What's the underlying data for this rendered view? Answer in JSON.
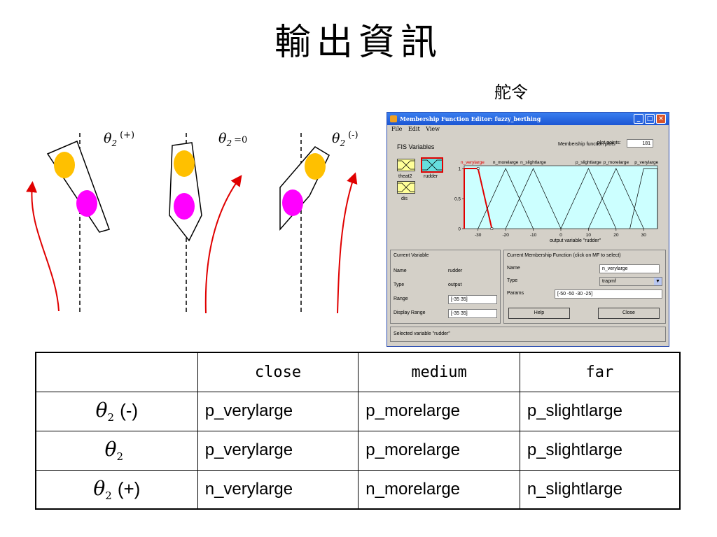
{
  "slide": {
    "title": "輸出資訊",
    "rudder_caption": "舵令"
  },
  "diagrams": [
    {
      "angle_symbol": "θ",
      "angle_subscript": "2",
      "angle_suffix": "(+)"
    },
    {
      "angle_symbol": "θ",
      "angle_subscript": "2",
      "angle_suffix": "=0"
    },
    {
      "angle_symbol": "θ",
      "angle_subscript": "2",
      "angle_suffix": "(-)"
    }
  ],
  "colors": {
    "bow_dot": "#ffc000",
    "stern_dot": "#ff00ff",
    "track": "#e00000",
    "plot_bg": "#ccffff",
    "selected_mf": "#e00000",
    "titlebar": "#1b55d3"
  },
  "window": {
    "title": "Membership Function Editor: fuzzy_berthing",
    "menu": [
      "File",
      "Edit",
      "View"
    ],
    "fis_variables_label": "FIS Variables",
    "variables": [
      "theat2",
      "rudder",
      "dis"
    ],
    "plot_title": "Membership function plots",
    "plot_points_label": "plot points:",
    "plot_points_value": "181",
    "mf_labels": {
      "n_verylarge": "n_verylarge",
      "n_morelarge": "n_morelarge",
      "n_slightlarge": "n_slightlarge",
      "p_slightlarge": "p_slightlarge",
      "p_morelarge": "p_morelarge",
      "p_verylarge": "p_verylarge"
    },
    "x_ticks": [
      "-30",
      "-20",
      "-10",
      "0",
      "10",
      "20",
      "30"
    ],
    "y_ticks": [
      "1",
      "0.5",
      "0"
    ],
    "x_axis_label": "output variable \"rudder\"",
    "current_variable": {
      "header": "Current Variable",
      "name_label": "Name",
      "name_value": "rudder",
      "type_label": "Type",
      "type_value": "output",
      "range_label": "Range",
      "range_value": "[-35 35]",
      "display_range_label": "Display Range",
      "display_range_value": "[-35 35]"
    },
    "current_mf": {
      "header": "Current Membership Function (click on MF to select)",
      "name_label": "Name",
      "name_value": "n_verylarge",
      "type_label": "Type",
      "type_value": "trapmf",
      "params_label": "Params",
      "params_value": "[-50 -50 -30 -25]"
    },
    "help_button": "Help",
    "close_button": "Close",
    "status": "Selected variable \"rudder\""
  },
  "chart_data": {
    "type": "line",
    "xlabel": "output variable \"rudder\"",
    "ylabel": "",
    "xlim": [
      -35,
      35
    ],
    "ylim": [
      0,
      1
    ],
    "series": [
      {
        "name": "n_verylarge",
        "x": [
          -50,
          -50,
          -30,
          -25
        ],
        "y": [
          0,
          1,
          1,
          0
        ]
      },
      {
        "name": "n_morelarge",
        "x": [
          -30,
          -20,
          -10
        ],
        "y": [
          0,
          1,
          0
        ]
      },
      {
        "name": "n_slightlarge",
        "x": [
          -20,
          -10,
          0
        ],
        "y": [
          0,
          1,
          0
        ]
      },
      {
        "name": "p_slightlarge",
        "x": [
          0,
          10,
          20
        ],
        "y": [
          0,
          1,
          0
        ]
      },
      {
        "name": "p_morelarge",
        "x": [
          10,
          20,
          30
        ],
        "y": [
          0,
          1,
          0
        ]
      },
      {
        "name": "p_verylarge",
        "x": [
          25,
          30,
          50,
          50
        ],
        "y": [
          0,
          1,
          1,
          0
        ]
      }
    ]
  },
  "table": {
    "headers": [
      "",
      "close",
      "medium",
      "far"
    ],
    "rows": [
      {
        "symbol": "θ",
        "subscript": "2",
        "suffix": "(-)",
        "cells": [
          "p_verylarge",
          "p_morelarge",
          "p_slightlarge"
        ]
      },
      {
        "symbol": "θ",
        "subscript": "2",
        "suffix": "",
        "cells": [
          "p_verylarge",
          "p_morelarge",
          "p_slightlarge"
        ]
      },
      {
        "symbol": "θ",
        "subscript": "2",
        "suffix": "(+)",
        "cells": [
          "n_verylarge",
          "n_morelarge",
          "n_slightlarge"
        ]
      }
    ]
  }
}
